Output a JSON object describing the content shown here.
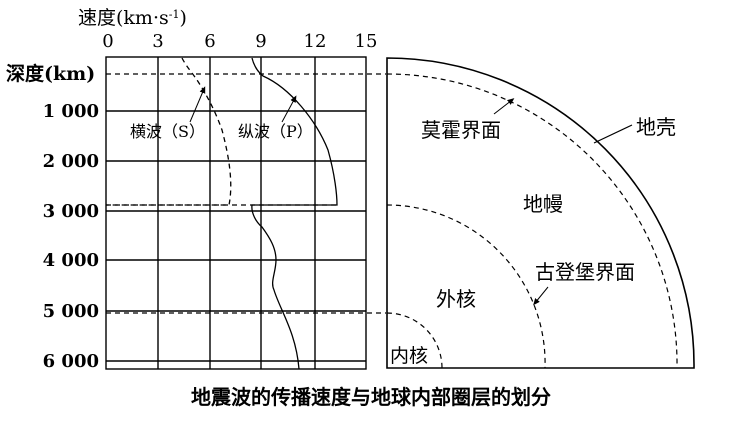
{
  "speed_axis": {
    "title": "速度(km·s",
    "title_sup": "-1",
    "title_close": ")",
    "ticks": [
      "0",
      "3",
      "6",
      "9",
      "12",
      "15"
    ]
  },
  "depth_axis": {
    "title": "深度(km)",
    "ticks": [
      "1 000",
      "2 000",
      "3 000",
      "4 000",
      "5 000",
      "6 000"
    ]
  },
  "labels": {
    "s_wave": "横波（S）",
    "p_wave": "纵波（P）",
    "moho": "莫霍界面",
    "crust": "地壳",
    "mantle": "地幔",
    "gutenberg": "古登堡界面",
    "outer_core": "外核",
    "inner_core": "内核"
  },
  "caption": "地震波的传播速度与地球内部圈层的划分"
}
